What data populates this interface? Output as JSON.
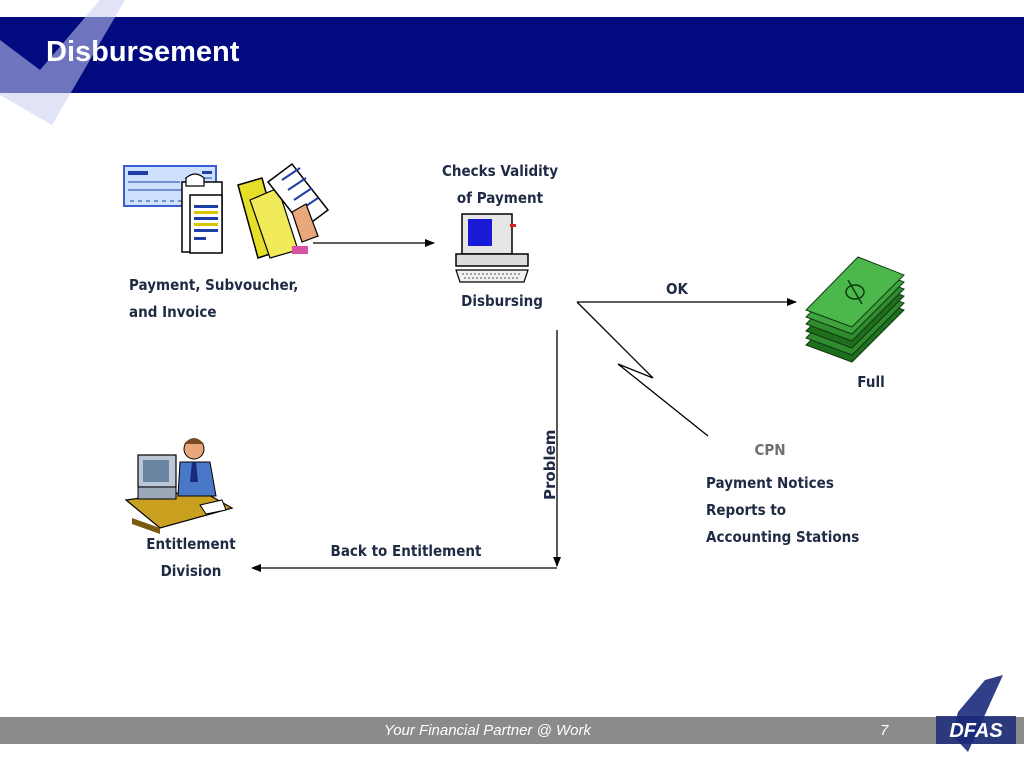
{
  "slide": {
    "title": "Disbursement",
    "footer_text": "Your Financial Partner @ Work",
    "page_number": "7",
    "logo_text": "DFAS"
  },
  "diagram": {
    "documents_label_line1": "Payment, Subvoucher,",
    "documents_label_line2": "and Invoice",
    "validity_line1": "Checks Validity",
    "validity_line2": "of Payment",
    "disbursing_label": "Disbursing",
    "ok_label": "OK",
    "full_label": "Full",
    "problem_label": "Problem",
    "cpn_label": "CPN",
    "notices_line1": "Payment Notices",
    "notices_line2": "Reports to",
    "notices_line3": "Accounting Stations",
    "entitlement_line1": "Entitlement",
    "entitlement_line2": "Division",
    "back_label": "Back to Entitlement"
  },
  "icons": [
    "check-icon",
    "invoice-icon",
    "folder-hand-icon",
    "computer-icon",
    "money-stack-icon",
    "office-worker-icon",
    "checkmark-watermark-icon",
    "dfas-logo-icon"
  ],
  "colors": {
    "header": "#020a80",
    "footer": "#8b8b8b",
    "label_text": "#1f2a44",
    "cpn_text": "#707070",
    "money": "#2e8b2e"
  }
}
